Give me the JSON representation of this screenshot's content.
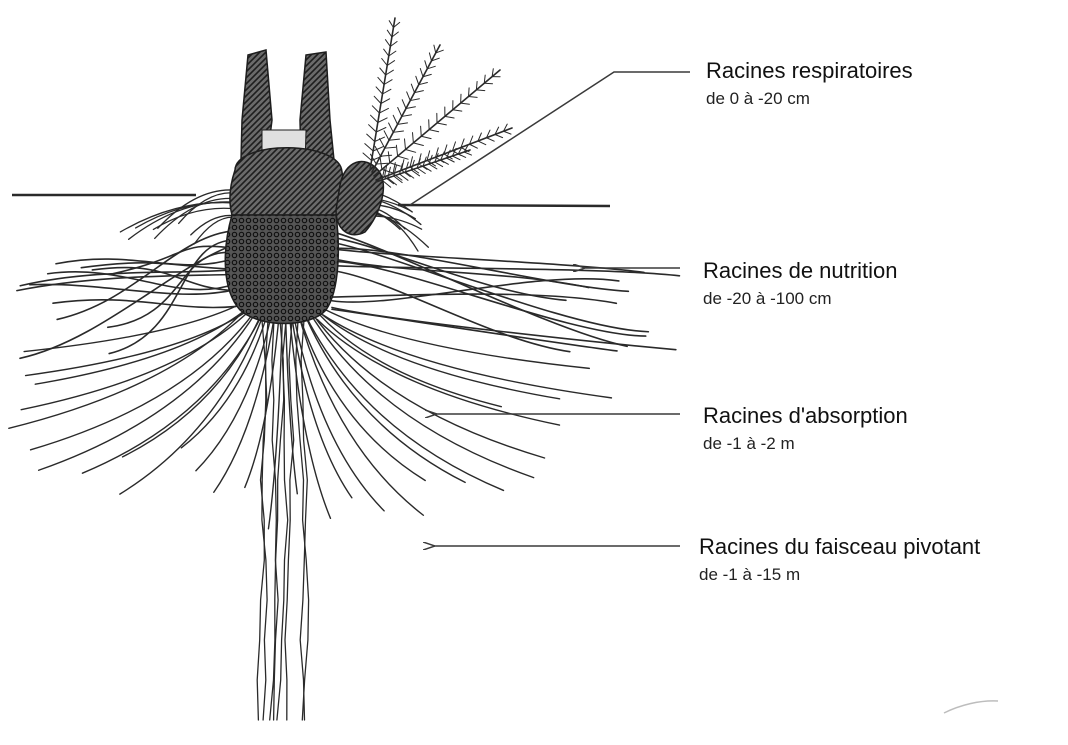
{
  "labels": [
    {
      "title": "Racines respiratoires",
      "range": "de 0 à -20 cm"
    },
    {
      "title": "Racines de nutrition",
      "range": "de -20 à -100 cm"
    },
    {
      "title": "Racines d'absorption",
      "range": "de -1 à -2 m"
    },
    {
      "title": "Racines du faisceau pivotant",
      "range": "de -1 à -15 m"
    }
  ],
  "colors": {
    "ink": "#2a2a2a",
    "trunk": "#3a3a3a",
    "background": "#ffffff"
  }
}
